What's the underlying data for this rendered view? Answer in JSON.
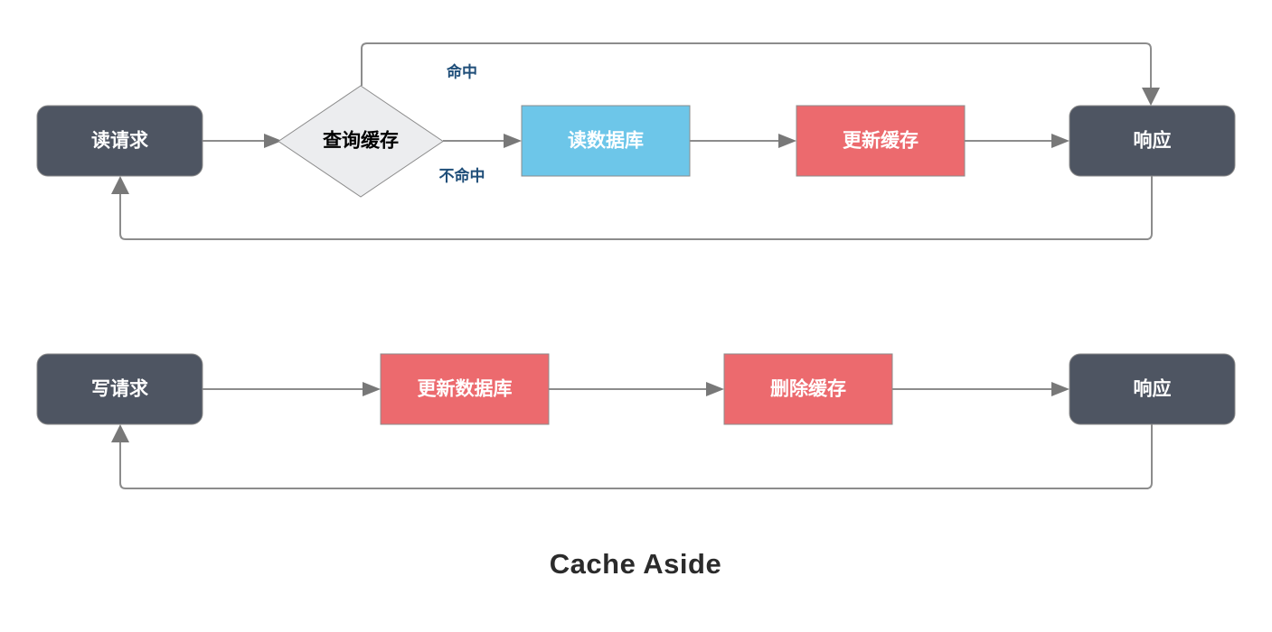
{
  "diagram": {
    "title": "Cache Aside",
    "background": "#ffffff",
    "colors": {
      "dark_node": "#4E5562",
      "red_node": "#EC6A6E",
      "blue_node": "#6DC6E9",
      "decision_node": "#ECEDEF",
      "node_border": "#8c8c8c",
      "edge": "#8c8c8c",
      "arrow": "#787878",
      "edge_label_text": "#1F4E79",
      "node_text_light": "#ffffff",
      "node_text_dark": "#000000",
      "title_text": "#2b2b2b"
    },
    "read_flow": {
      "name": "read-request-flow",
      "nodes": [
        {
          "id": "read-request",
          "label": "读请求",
          "shape": "rounded-rect",
          "style": "dark"
        },
        {
          "id": "query-cache",
          "label": "查询缓存",
          "shape": "diamond",
          "style": "decision"
        },
        {
          "id": "read-database",
          "label": "读数据库",
          "shape": "rect",
          "style": "blue"
        },
        {
          "id": "update-cache",
          "label": "更新缓存",
          "shape": "rect",
          "style": "red"
        },
        {
          "id": "response-read",
          "label": "响应",
          "shape": "rounded-rect",
          "style": "dark"
        }
      ],
      "edge_labels": [
        {
          "id": "cache-hit",
          "label": "命中"
        },
        {
          "id": "cache-miss",
          "label": "不命中"
        }
      ]
    },
    "write_flow": {
      "name": "write-request-flow",
      "nodes": [
        {
          "id": "write-request",
          "label": "写请求",
          "shape": "rounded-rect",
          "style": "dark"
        },
        {
          "id": "update-database",
          "label": "更新数据库",
          "shape": "rect",
          "style": "red"
        },
        {
          "id": "delete-cache",
          "label": "删除缓存",
          "shape": "rect",
          "style": "red"
        },
        {
          "id": "response-write",
          "label": "响应",
          "shape": "rounded-rect",
          "style": "dark"
        }
      ],
      "edge_labels": []
    }
  }
}
